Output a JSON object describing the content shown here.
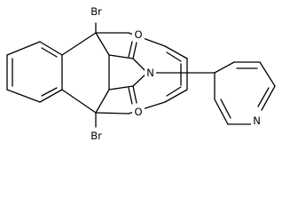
{
  "diagram": {
    "kind": "chemical-structure",
    "atom_labels": {
      "br_top": "Br",
      "br_bottom": "Br",
      "o_top": "O",
      "o_bottom": "O",
      "n_imide": "N",
      "n_pyridine": "N"
    }
  }
}
